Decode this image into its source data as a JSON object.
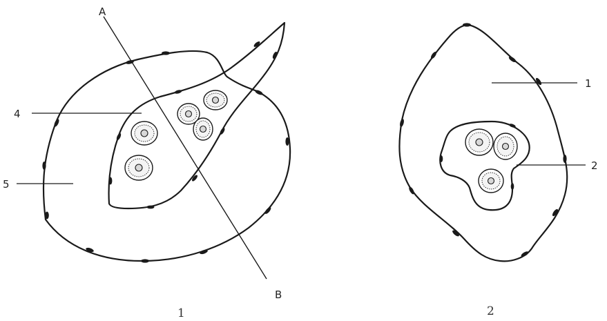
{
  "figure_1": {
    "caption": "1",
    "section_line_start": "A",
    "section_line_end": "B",
    "labels": {
      "label_4": "4",
      "label_5": "5"
    }
  },
  "figure_2": {
    "caption": "2",
    "labels": {
      "label_1": "1",
      "label_2": "2"
    }
  }
}
